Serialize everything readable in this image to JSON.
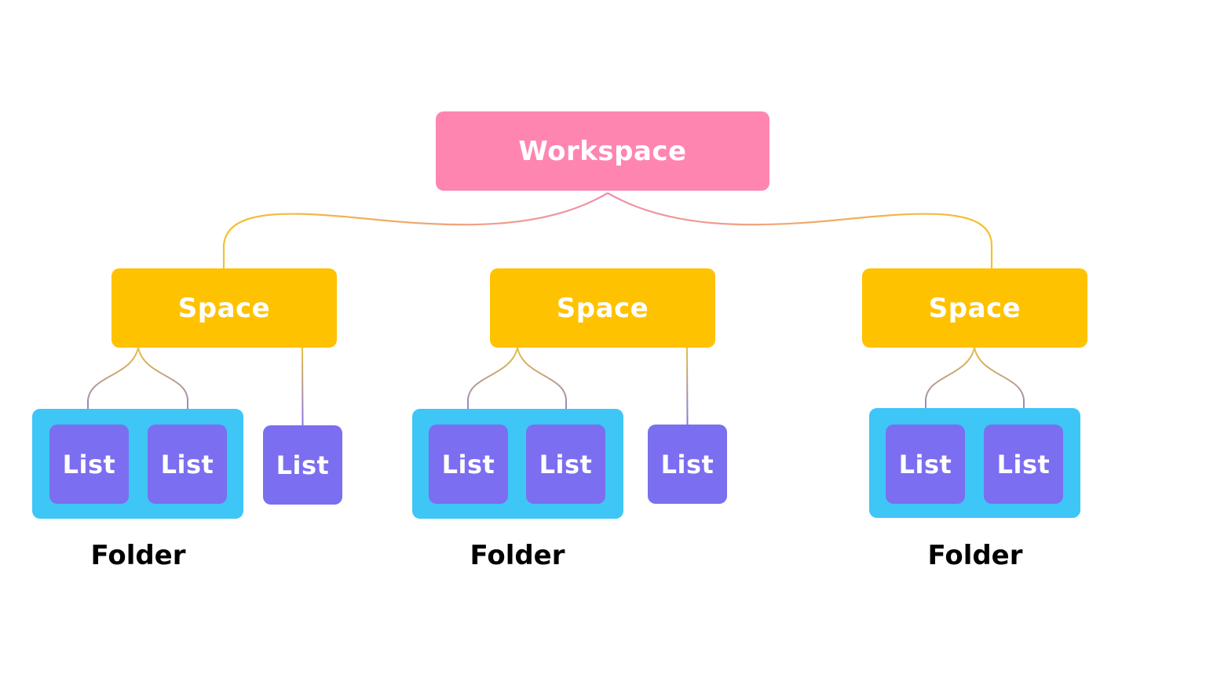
{
  "workspace": {
    "label": "Workspace"
  },
  "spaces": [
    {
      "label": "Space"
    },
    {
      "label": "Space"
    },
    {
      "label": "Space"
    }
  ],
  "groups": [
    {
      "folder": {
        "label": "Folder",
        "lists": [
          "List",
          "List"
        ]
      },
      "standalone_list": "List"
    },
    {
      "folder": {
        "label": "Folder",
        "lists": [
          "List",
          "List"
        ]
      },
      "standalone_list": "List"
    },
    {
      "folder": {
        "label": "Folder",
        "lists": [
          "List",
          "List"
        ]
      }
    }
  ],
  "colors": {
    "workspace": "#FF85B1",
    "space": "#FFC200",
    "folder": "#3EC6F6",
    "list": "#7B6EF0",
    "connector_yellow": "#F2C230",
    "connector_pink": "#EE8FAE",
    "connector_purple": "#8575E8",
    "folder_text": "#000000"
  }
}
